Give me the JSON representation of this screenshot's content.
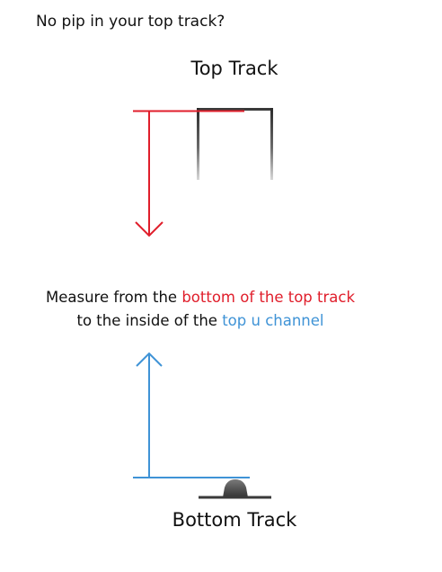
{
  "heading": "No pip in your top track?",
  "top_track": {
    "label": "Top Track"
  },
  "instructions": {
    "line1_prefix": "Measure from the ",
    "line1_highlight": "bottom of the top track",
    "line2_prefix": "to the inside of the ",
    "line2_highlight": "top u channel"
  },
  "bottom_track": {
    "label": "Bottom Track"
  },
  "colors": {
    "measure_top": "#e01e2b",
    "measure_bottom": "#3f93d6",
    "track": "#3a3a3a",
    "text": "#111111"
  }
}
